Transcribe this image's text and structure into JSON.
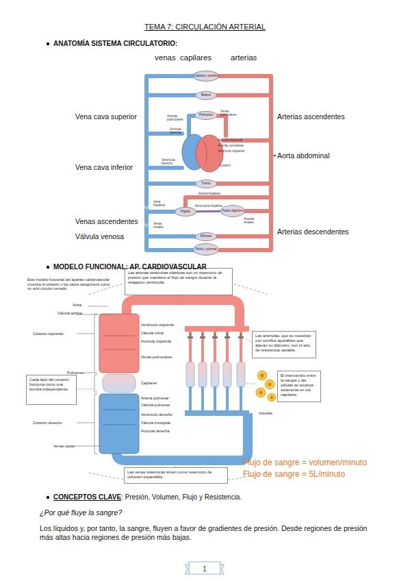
{
  "diagram": {
    "title": "TEMA 7: CIRCULACIÓN ARTERIAL",
    "nodes": [
      {
        "text": [
          "Cabeza y cerebro"
        ]
      },
      {
        "text": [
          "Brazos"
        ]
      },
      {
        "text": [
          "Pulmones"
        ]
      },
      {
        "text": [
          "Tronco"
        ]
      },
      {
        "text": [
          "Hígado"
        ]
      },
      {
        "text": [
          "Tracto digestivo"
        ]
      },
      {
        "text": [
          "Riñones"
        ]
      },
      {
        "text": [
          "Pelvis y piernas"
        ]
      },
      {
        "text": [
          "Las arterias sistémicas elásticas son un reservorio de presión que mantiene el flujo de sangre durante la relajación ventricular."
        ]
      },
      {
        "text": [
          "Las arteriolas, que se muestran con tornillos ajustables que alteran su diámetro, son el sitio de resistencia variable."
        ]
      },
      {
        "text": [
          "El intercambio entre la sangre y las células se produce solamente en los capilares."
        ]
      },
      {
        "text": [
          "Cada lado del corazón funciona como una bomba independiente."
        ]
      },
      {
        "text": [
          "Las venas sistémicas sirven como reservorio de volumen expandible."
        ]
      },
      {
        "text": [
          "1"
        ]
      }
    ],
    "edges": [
      {
        "from": 5,
        "to": 4,
        "label": "Vena porta hepática",
        "arrow": "none"
      }
    ],
    "labels": [
      "ANATOMÍA SISTEMA CIRCULATORIO:",
      "venas",
      "capilares",
      "arterias",
      "Vena cava superior",
      "Arterias ascendentes",
      "Arterias pulmonares",
      "Venas pulmonares",
      "Aurícula derecha",
      "Aurícula izquierda",
      "Arterias coronarias",
      "Ventrículo izquierdo",
      "Aorta abdominal",
      "Corazón",
      "Ventrículo derecho",
      "Vena cava inferior",
      "Arteria hepática",
      "Vena hepática",
      "Venas renales",
      "Arterias renales",
      "Venas ascendentes",
      "Arterias descendentes",
      "Válvula venosa",
      "MODELO FUNCIONAL: AP. CARDIOVASCULAR",
      "Este modelo funcional del aparato cardiovascular muestra el corazón y los vasos sanguíneos como un solo circuito cerrado.",
      "Aorta",
      "Válvula aórtica",
      "Corazón izquierdo",
      "Ventrículo izquierdo",
      "Válvula mitral",
      "Aurícula izquierda",
      "Venas pulmonares",
      "Pulmones",
      "Capilares",
      "Arteria pulmonar",
      "Válvula pulmonar",
      "Corazón derecho",
      "Ventrículo derecho",
      "Válvula tricúspide",
      "Aurícula derecha",
      "Venas cavas",
      "Vénulas",
      "Flujo de sangre = volumen/minuto",
      "Flujo de sangre = 5L/minuto",
      "CONCEPTOS CLAVE",
      ": Presión, Volumen, Flujo y Resistencia.",
      "¿Por qué fluye la sangre?",
      "Los líquidos y, por tanto, la sangre, fluyen a favor de gradientes de presión. Desde regiones de presión más altas hacia regiones de presión más bajas."
    ]
  }
}
